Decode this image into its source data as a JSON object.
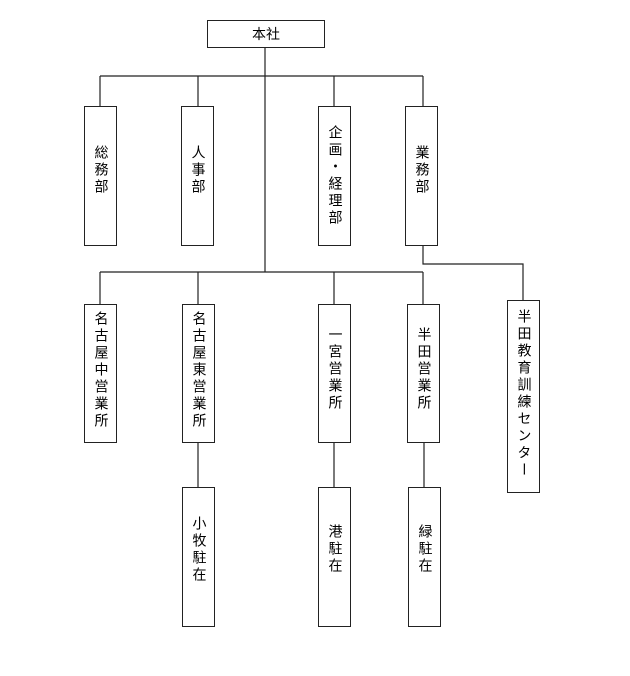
{
  "root": "本社",
  "departments": [
    "総務部",
    "人事部",
    "企画・経理部",
    "業務部"
  ],
  "branches": [
    "名古屋中営業所",
    "名古屋東営業所",
    "一宮営業所",
    "半田営業所",
    "半田教育訓練センター"
  ],
  "sub_offices": [
    "小牧駐在",
    "港駐在",
    "緑駐在"
  ]
}
